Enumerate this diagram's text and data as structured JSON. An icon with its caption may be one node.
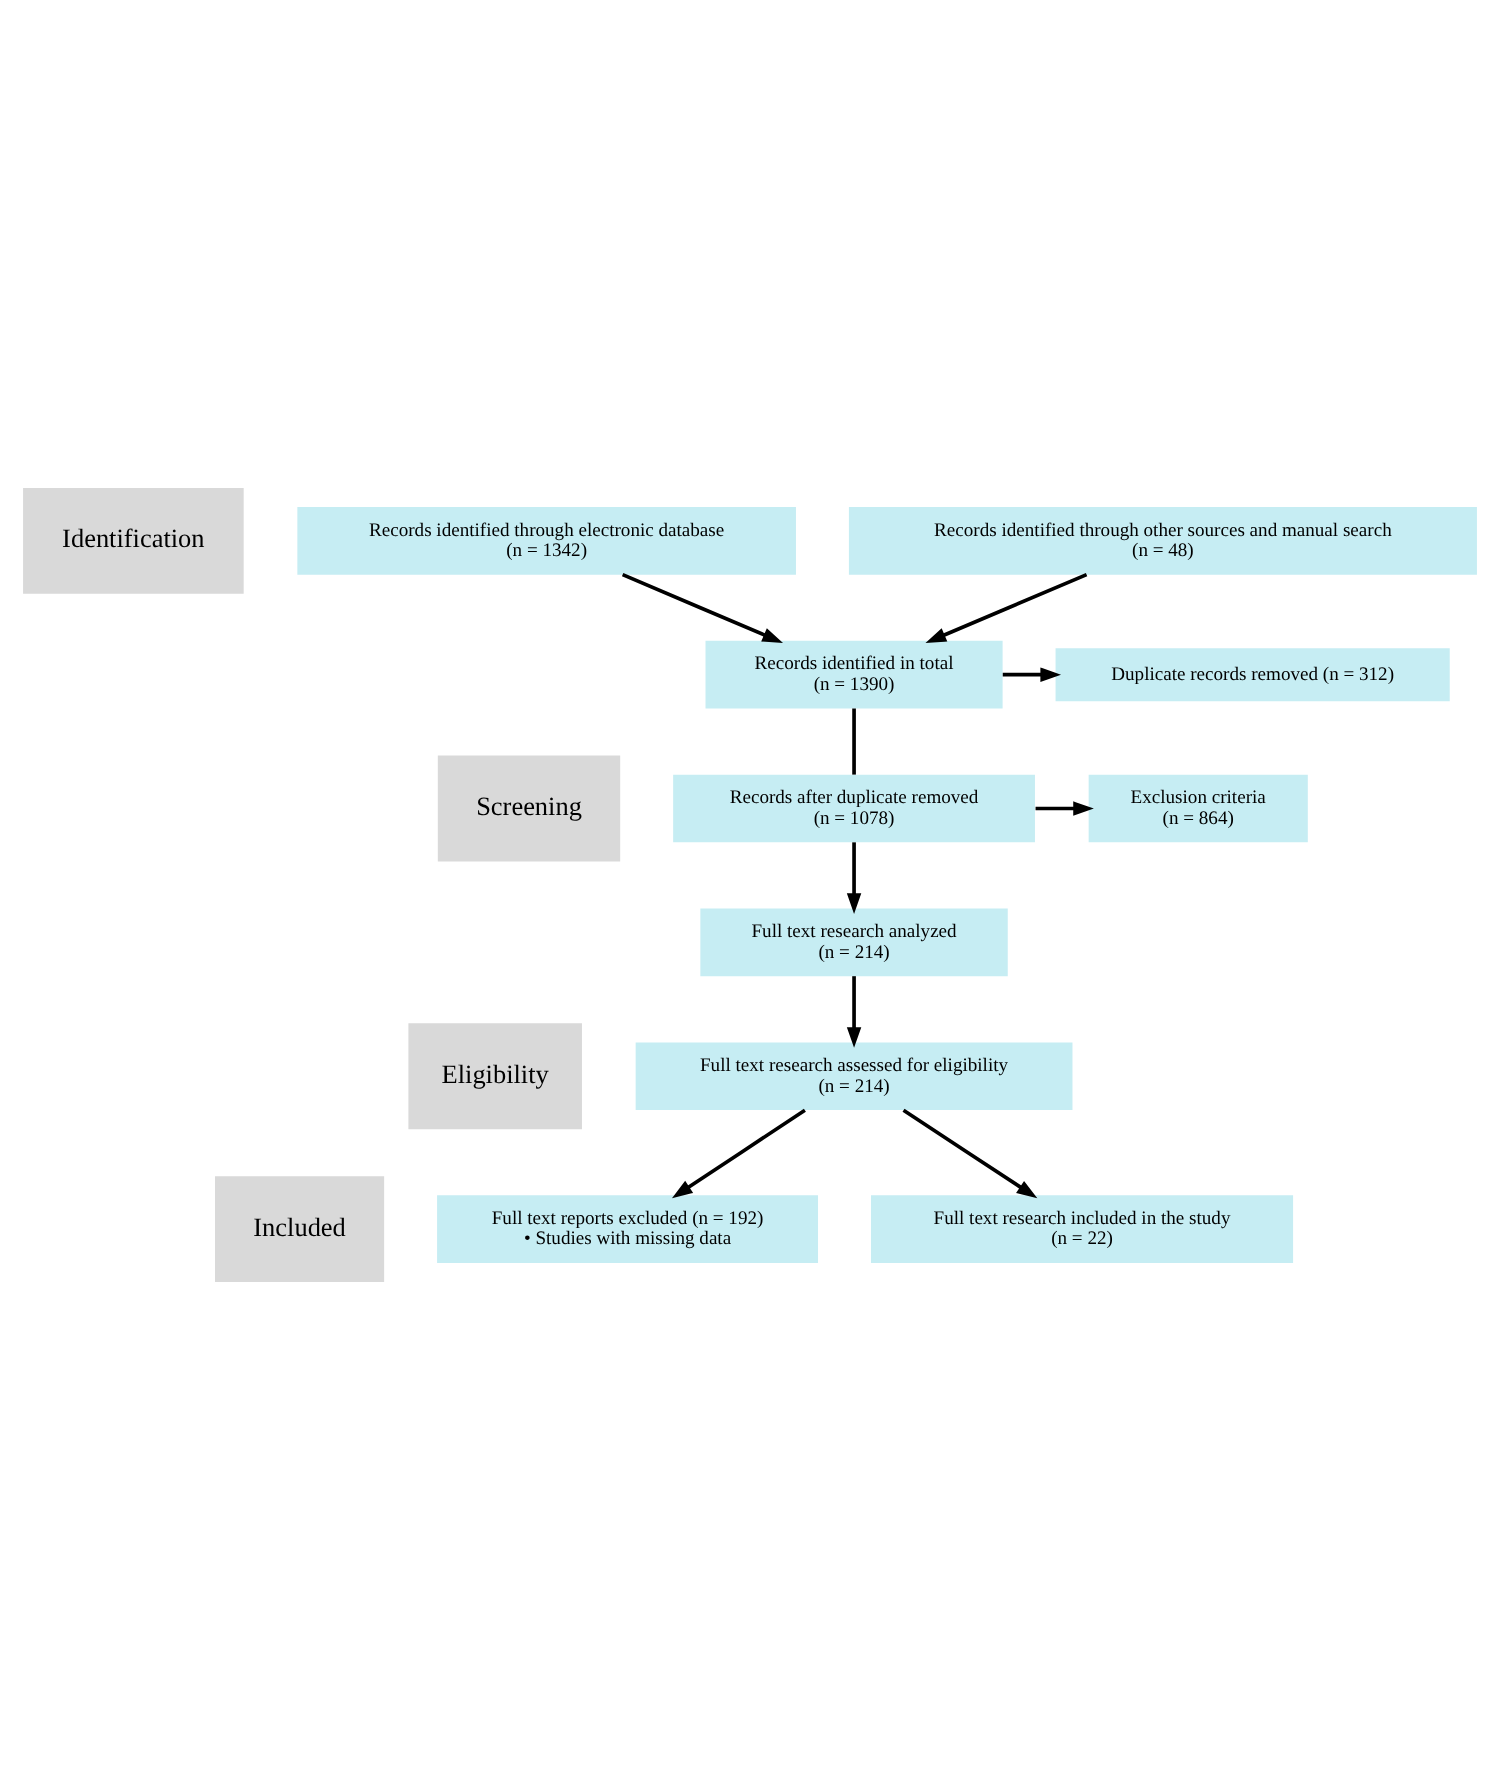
{
  "diagram": {
    "nodes": [
      {
        "text": [
          "Identification"
        ]
      },
      {
        "text": [
          "Screening"
        ]
      },
      {
        "text": [
          "Eligibility"
        ]
      },
      {
        "text": [
          "Included"
        ]
      },
      {
        "text": [
          "Records identified through electronic database",
          "(n = 1342)"
        ]
      },
      {
        "text": [
          "Records identified through other sources and manual search",
          "(n = 48)"
        ]
      },
      {
        "text": [
          "Records identified in total",
          "(n = 1390)"
        ]
      },
      {
        "text": [
          "Duplicate records removed (n = 312)"
        ]
      },
      {
        "text": [
          "Records after duplicate removed",
          "(n = 1078)"
        ]
      },
      {
        "text": [
          "Exclusion criteria",
          "(n = 864)"
        ]
      },
      {
        "text": [
          "Full text research analyzed",
          "(n = 214)"
        ]
      },
      {
        "text": [
          "Full text research assessed for eligibility",
          "(n = 214)"
        ]
      },
      {
        "text": [
          "Full text reports excluded (n = 192)",
          "• Studies with missing data"
        ]
      },
      {
        "text": [
          "Full text research included in the study",
          "(n = 22)"
        ]
      }
    ],
    "edges": [
      {
        "from": 4,
        "to": 6,
        "arrow": "to"
      },
      {
        "from": 5,
        "to": 6,
        "arrow": "to"
      },
      {
        "from": 6,
        "to": 7,
        "arrow": "to"
      },
      {
        "from": 6,
        "to": 8,
        "arrow": "none"
      },
      {
        "from": 8,
        "to": 9,
        "arrow": "to"
      },
      {
        "from": 8,
        "to": 10,
        "arrow": "to"
      },
      {
        "from": 10,
        "to": 11,
        "arrow": "to"
      },
      {
        "from": 11,
        "to": 12,
        "arrow": "to"
      },
      {
        "from": 11,
        "to": 13,
        "arrow": "to"
      }
    ]
  }
}
